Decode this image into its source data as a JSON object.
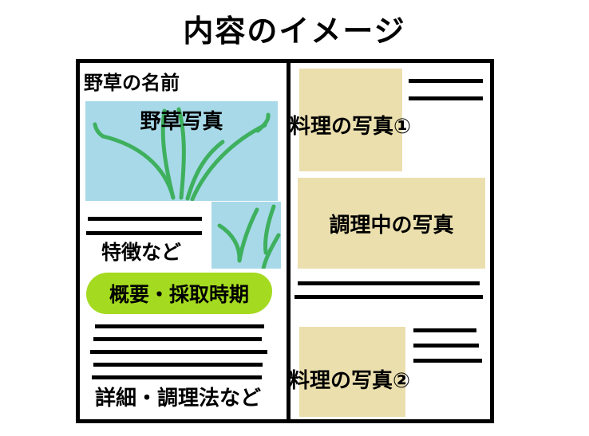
{
  "title": "内容のイメージ",
  "colors": {
    "photo_blue": "#a8d9e8",
    "grass_green": "#3eb05e",
    "highlight_green": "#a4da20",
    "photo_beige": "#ebdfae",
    "line_black": "#000000"
  },
  "left_panel": {
    "name_label": "野草の名前",
    "photo_label": "野草写真",
    "features_label": "特徴など",
    "summary_label": "概要・採取時期",
    "details_label": "詳細・調理法など"
  },
  "right_panel": {
    "dish_photo1_label": "料理の写真①",
    "cooking_photo_label": "調理中の写真",
    "dish_photo2_label": "料理の写真②"
  },
  "icons": {
    "grass_large": "grass-sketch-icon",
    "grass_small": "grass-sketch-icon"
  }
}
